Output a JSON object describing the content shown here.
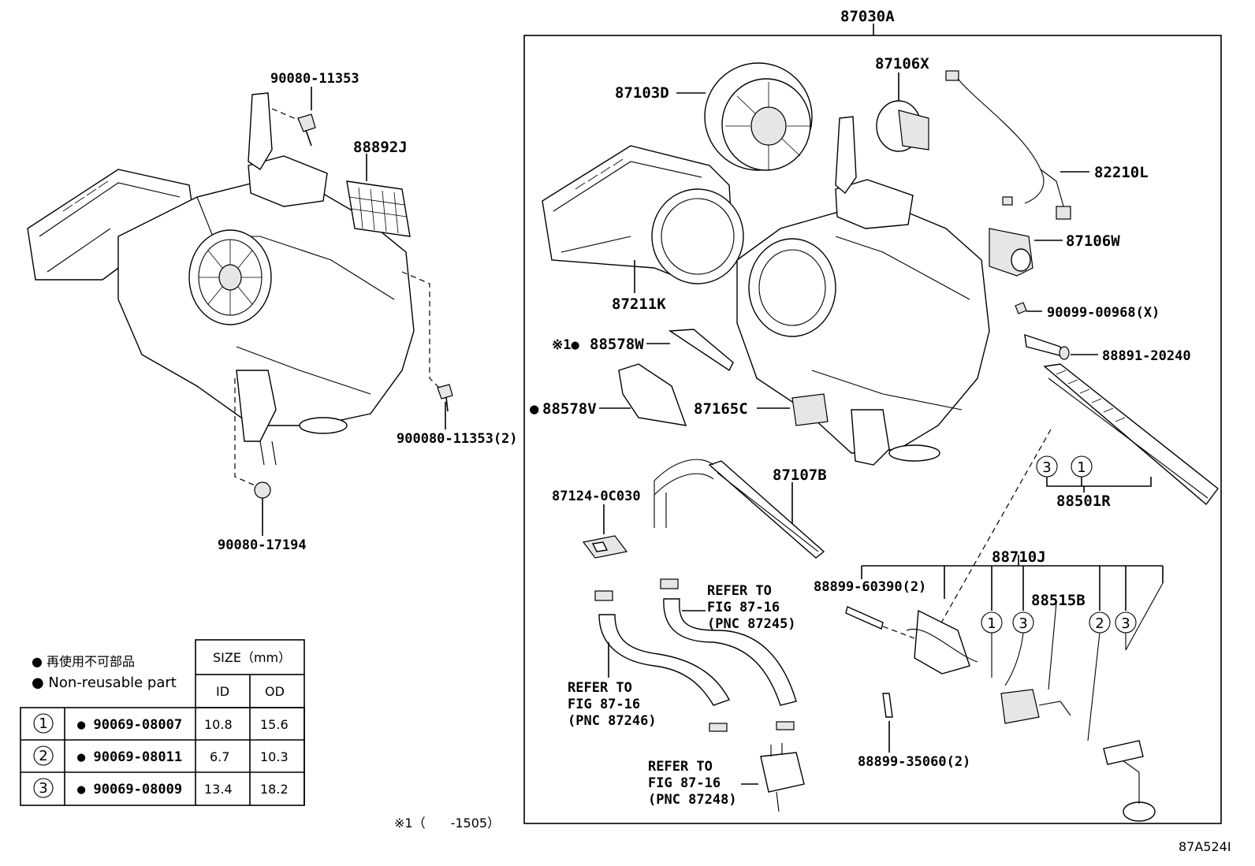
{
  "assembly": {
    "main_label": "87030A",
    "drawing_id": "87A524I"
  },
  "left_labels": {
    "bolt_top": "90080-11353",
    "filter": "88892J",
    "bolt_right": "900080-11353(2)",
    "grommet": "90080-17194"
  },
  "right_labels": {
    "motor": "87103D",
    "servo_top": "87106X",
    "harness": "82210L",
    "servo_right": "87106W",
    "screw": "90099-00968(X)",
    "sensor": "88891-20240",
    "case": "87211K",
    "seal_w_prefix": "※1●",
    "seal_w": "88578W",
    "seal_v_prefix": "●",
    "seal_v": "88578V",
    "resistor": "87165C",
    "heater_core": "87107B",
    "clamp": "87124-0C030",
    "evaporator": "88501R",
    "valve": "88710J",
    "bolt_a": "88899-60390(2)",
    "valve_b": "88515B",
    "bolt_b": "88899-35060(2)"
  },
  "refer_notes": [
    {
      "line1": "REFER TO",
      "line2": "FIG 87-16",
      "line3": "(PNC 87245)"
    },
    {
      "line1": "REFER TO",
      "line2": "FIG 87-16",
      "line3": "(PNC 87246)"
    },
    {
      "line1": "REFER TO",
      "line2": "FIG 87-16",
      "line3": "(PNC 87248)"
    }
  ],
  "circle_marks": [
    "1",
    "2",
    "3"
  ],
  "legend": {
    "line_jp": "● 再使用不可部品",
    "line_en": "● Non-reusable part",
    "size_header": "SIZE（mm）",
    "col_id": "ID",
    "col_od": "OD",
    "rows": [
      {
        "mark": "1",
        "part": "● 90069-08007",
        "id": "10.8",
        "od": "15.6"
      },
      {
        "mark": "2",
        "part": "● 90069-08011",
        "id": "6.7",
        "od": "10.3"
      },
      {
        "mark": "3",
        "part": "● 90069-08009",
        "id": "13.4",
        "od": "18.2"
      }
    ]
  },
  "footnote": "※1（　　-1505）"
}
